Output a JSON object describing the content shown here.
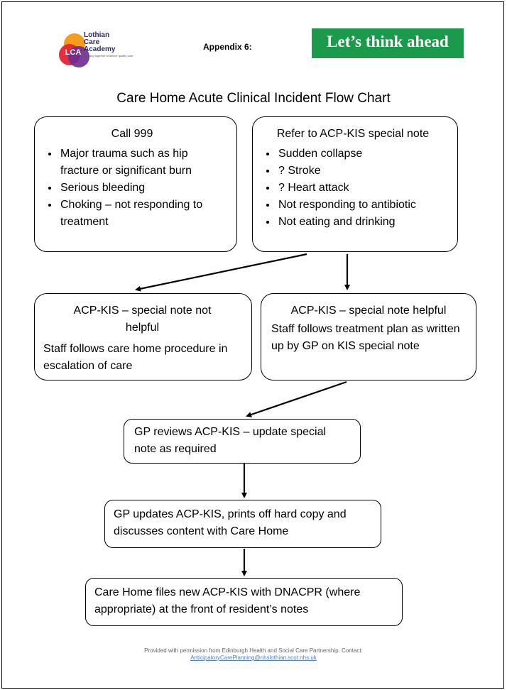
{
  "header": {
    "logo_line1": "Lothian",
    "logo_line2": "Care",
    "logo_line3": "Academy",
    "logo_badge": "LCA",
    "logo_tagline": "Working together to deliver quality care",
    "appendix": "Appendix 6:",
    "banner": "Let’s think ahead"
  },
  "title": "Care Home Acute Clinical Incident Flow Chart",
  "boxes": {
    "call999": {
      "heading": "Call 999",
      "items": [
        "Major trauma such as hip fracture or significant burn",
        "Serious bleeding",
        "Choking – not responding to treatment"
      ]
    },
    "refer": {
      "heading": "Refer to ACP-KIS special note",
      "items": [
        "Sudden collapse",
        "? Stroke",
        "? Heart attack",
        "Not responding to antibiotic",
        "Not eating and drinking"
      ]
    },
    "not_helpful": {
      "heading": "ACP-KIS – special note not helpful",
      "body": "Staff follows care home procedure in escalation of care"
    },
    "helpful": {
      "heading": "ACP-KIS – special note helpful",
      "body": "Staff follows treatment plan as written up by GP on KIS special note"
    },
    "gp_reviews": {
      "body": "GP reviews ACP-KIS – update special note as required"
    },
    "gp_updates": {
      "body": "GP updates ACP-KIS, prints off hard copy and discusses content with Care Home"
    },
    "care_home_files": {
      "body": "Care Home files new ACP-KIS with DNACPR (where appropriate) at the front of resident’s notes"
    }
  },
  "footer": {
    "text": "Provided with permission from Edinburgh Health and Social Care Partnership. Contact:",
    "email": "AnticipatoryCarePlanning@nhslothian.scot.nhs.uk"
  },
  "colors": {
    "banner_green": "#1a9a4a",
    "logo_navy": "#2b2d6e",
    "logo_red": "#e4242f",
    "logo_purple": "#6b2c91",
    "logo_orange": "#f39c1e"
  }
}
